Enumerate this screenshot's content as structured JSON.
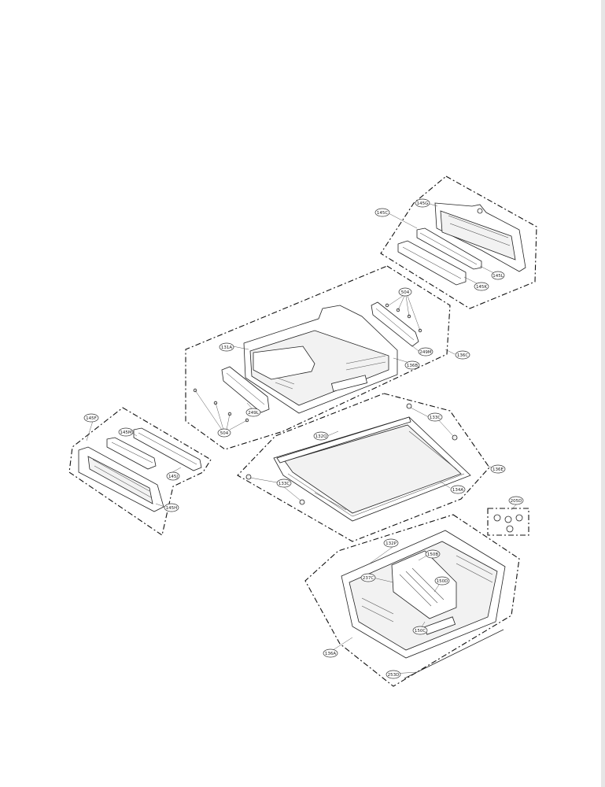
{
  "diagram": {
    "callouts": {
      "c145C": "145C",
      "c145G": "145G",
      "c145L": "145L",
      "c145K": "145K",
      "c504a": "504",
      "c131A": "131A",
      "c249M": "249M",
      "c136B": "136B",
      "c136C": "136C",
      "c249L": "249L",
      "c504b": "504",
      "c145F": "145F",
      "c145M": "145M",
      "c145J": "145J",
      "c145H": "145H",
      "c132Q": "132Q",
      "c133Ca": "133C",
      "c133Cb": "133C",
      "c136E": "136E",
      "c134A": "134A",
      "c205D": "205D",
      "c132P": "132P",
      "c150B": "150B",
      "c237C": "237C",
      "c150D": "150D",
      "c150C": "150C",
      "c136A": "136A",
      "c253D": "253D"
    }
  }
}
